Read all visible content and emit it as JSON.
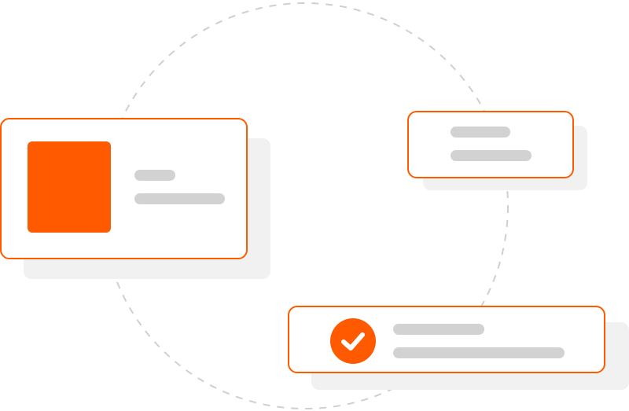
{
  "colors": {
    "accent": "#ff5a00",
    "placeholder_line": "#d2d2d2",
    "shadow": "#f1f1f1",
    "dashed_ring": "#cfcfcf",
    "background": "#ffffff"
  },
  "icons": {
    "check": "check-icon",
    "thumbnail": "image-placeholder"
  },
  "illustration": {
    "kind": "decorative-illustration",
    "cards": [
      {
        "id": "profile",
        "has_thumbnail": true,
        "placeholder_lines": 2
      },
      {
        "id": "info",
        "has_thumbnail": false,
        "placeholder_lines": 2
      },
      {
        "id": "task-done",
        "has_check_badge": true,
        "placeholder_lines": 2
      }
    ]
  }
}
